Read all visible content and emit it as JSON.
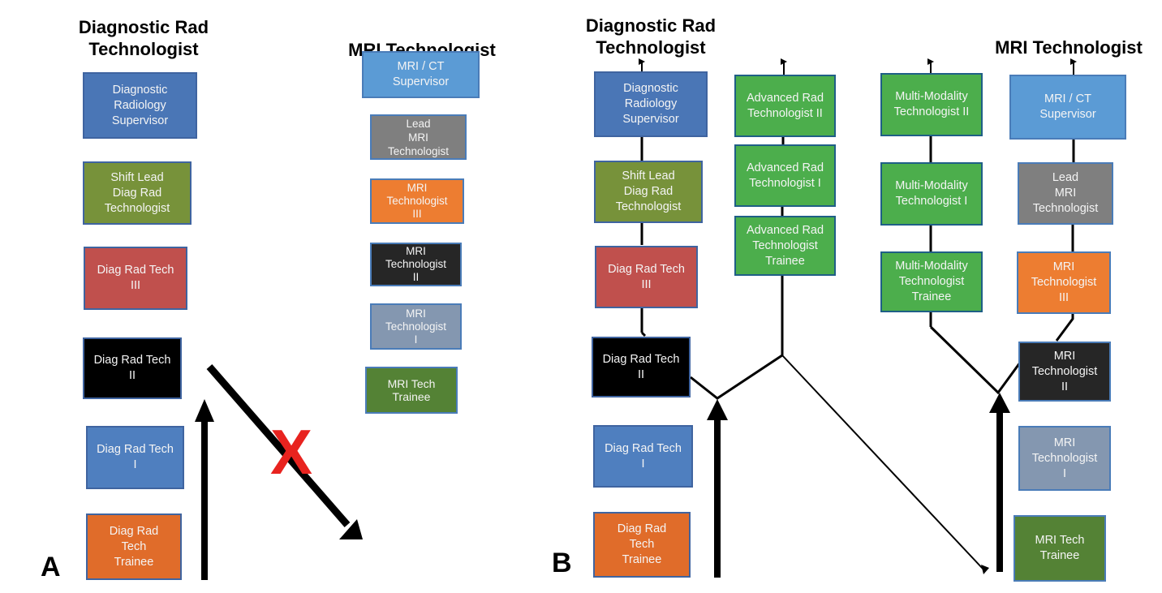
{
  "panels": [
    {
      "label": "A",
      "titles": {
        "diag": "Diagnostic Rad\nTechnologist",
        "mri": "MRI Technologist"
      },
      "blocked_marker": "X"
    },
    {
      "label": "B",
      "titles": {
        "diag": "Diagnostic Rad\nTechnologist",
        "mri": "MRI Technologist"
      }
    }
  ],
  "roles": {
    "diag_supervisor": "Diagnostic\nRadiology\nSupervisor",
    "diag_shift_lead": "Shift Lead\nDiag  Rad\nTechnologist",
    "diag_tech_3": "Diag Rad Tech\nIII",
    "diag_tech_2": "Diag Rad Tech\nII",
    "diag_tech_1": "Diag Rad Tech\nI",
    "diag_trainee": "Diag Rad\nTech\nTrainee",
    "mri_supervisor": "MRI / CT\nSupervisor",
    "mri_lead": "Lead\nMRI\nTechnologist",
    "mri_tech_3": "MRI\nTechnologist\nIII",
    "mri_tech_2": "MRI\nTechnologist\nII",
    "mri_tech_1": "MRI\nTechnologist\nI",
    "mri_trainee": "MRI Tech\nTrainee",
    "adv_rad_2": "Advanced Rad\nTechnologist  II",
    "adv_rad_1": "Advanced Rad\nTechnologist  I",
    "adv_rad_trainee": "Advanced Rad\nTechnologist\nTrainee",
    "multi_mod_2": "Multi-Modality\nTechnologist  II",
    "multi_mod_1": "Multi-Modality\nTechnologist  I",
    "multi_mod_trainee": "Multi-Modality\nTechnologist\nTrainee"
  },
  "colors": {
    "supervisor_blue": "#4a76b6",
    "shift_lead_olive": "#77923a",
    "tech3_red": "#c0504d",
    "tech2_black": "#000000",
    "tech1_blue": "#4f7fbf",
    "trainee_orange": "#e06c2a",
    "mri_supervisor_blue": "#5b9bd5",
    "mri_lead_gray": "#7f7f7f",
    "mri_tech3_orange": "#ed7d31",
    "mri_tech2_dark": "#262626",
    "mri_tech1_slate": "#8497b0",
    "mri_trainee_green": "#548235",
    "advanced_green": "#4cae4c",
    "blocked_red": "#e8231f"
  }
}
